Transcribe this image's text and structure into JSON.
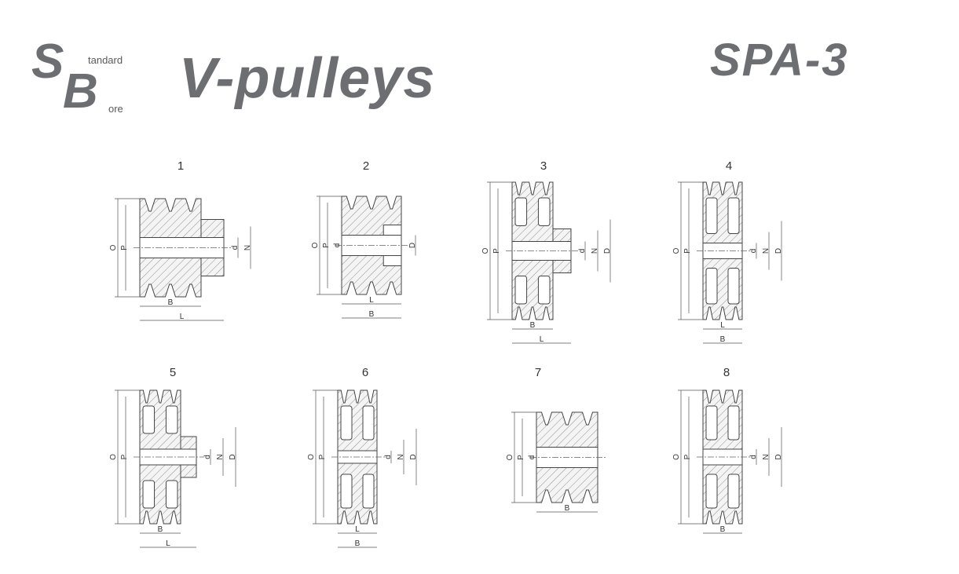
{
  "header": {
    "logo": {
      "big_s": "S",
      "big_b": "B",
      "small_top": "tandard",
      "small_bottom": "ore"
    },
    "title": "V-pulleys",
    "code": "SPA-3"
  },
  "drawings": [
    {
      "number": "1",
      "side_labels": [
        "O",
        "P"
      ],
      "right_labels": [
        "d",
        "N"
      ],
      "bottom_labels": [
        "B",
        "L"
      ]
    },
    {
      "number": "2",
      "side_labels": [
        "O",
        "P",
        "d"
      ],
      "right_labels": [
        "D"
      ],
      "bottom_labels": [
        "L",
        "B"
      ]
    },
    {
      "number": "3",
      "side_labels": [
        "O",
        "P"
      ],
      "right_labels": [
        "d",
        "N",
        "D"
      ],
      "bottom_labels": [
        "B",
        "L"
      ]
    },
    {
      "number": "4",
      "side_labels": [
        "O",
        "P"
      ],
      "right_labels": [
        "d",
        "N",
        "D"
      ],
      "bottom_labels": [
        "L",
        "B"
      ]
    },
    {
      "number": "5",
      "side_labels": [
        "O",
        "P"
      ],
      "right_labels": [
        "d",
        "N",
        "D"
      ],
      "bottom_labels": [
        "B",
        "L"
      ]
    },
    {
      "number": "6",
      "side_labels": [
        "O",
        "P"
      ],
      "right_labels": [
        "d",
        "N",
        "D"
      ],
      "bottom_labels": [
        "L",
        "B"
      ]
    },
    {
      "number": "7",
      "side_labels": [
        "O",
        "P",
        "d"
      ],
      "right_labels": [],
      "bottom_labels": [
        "B"
      ]
    },
    {
      "number": "8",
      "side_labels": [
        "O",
        "P"
      ],
      "right_labels": [
        "d",
        "N",
        "D"
      ],
      "bottom_labels": [
        "B"
      ]
    }
  ]
}
